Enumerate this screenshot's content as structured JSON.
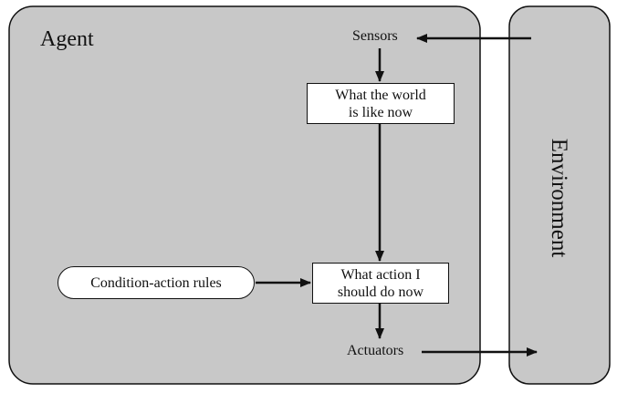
{
  "agent": {
    "title": "Agent",
    "sensors": "Sensors",
    "actuators": "Actuators",
    "world_state": {
      "line1": "What the world",
      "line2": "is like now"
    },
    "action": {
      "line1": "What action I",
      "line2": "should do now"
    },
    "rules": "Condition-action rules"
  },
  "environment": {
    "title": "Environment"
  },
  "colors": {
    "panel_fill": "#c8c8c8",
    "stroke": "#111111",
    "box_fill": "#ffffff"
  }
}
